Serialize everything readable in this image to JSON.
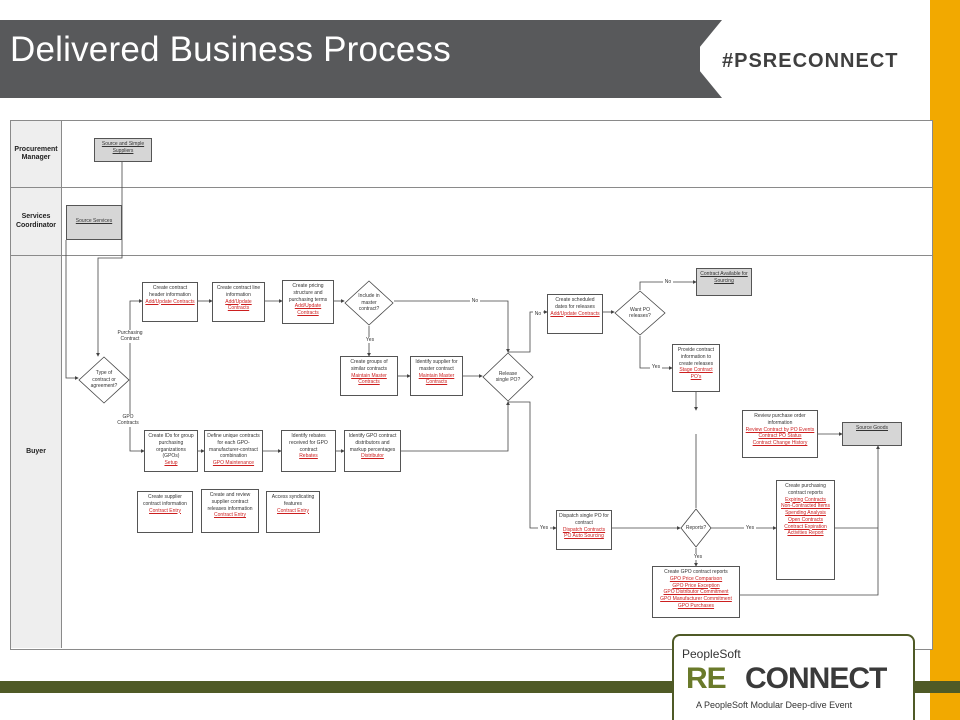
{
  "header": {
    "title": "Delivered Business Process",
    "hashtag": "#PSRECONNECT"
  },
  "colors": {
    "title_bar": "#58595b",
    "accent_stripe": "#f2a900",
    "band": "#4f5a26",
    "link_red": "#cc1f1f"
  },
  "lanes": [
    {
      "label": "Procurement Manager"
    },
    {
      "label": "Services Coordinator"
    },
    {
      "label": "Buyer"
    }
  ],
  "steps": {
    "source_simple": {
      "lines": [
        "Source and Simple Suppliers"
      ]
    },
    "source_services": {
      "lines": [
        "Source Services"
      ]
    },
    "create_header": {
      "lines": [
        "Create contract header information"
      ],
      "links": [
        "Add/Update Contracts"
      ]
    },
    "create_line": {
      "lines": [
        "Create contract line information"
      ],
      "links": [
        "Add/Update Contracts"
      ]
    },
    "create_pricing": {
      "lines": [
        "Create pricing structure and purchasing terms"
      ],
      "links": [
        "Add/Update Contracts"
      ]
    },
    "create_groups": {
      "lines": [
        "Create groups of similar contracts"
      ],
      "links": [
        "Maintain Master Contracts"
      ]
    },
    "identify_supplier": {
      "lines": [
        "Identify supplier for master contract"
      ],
      "links": [
        "Maintain Master Contracts"
      ]
    },
    "create_scheduled": {
      "lines": [
        "Create scheduled dates for releases"
      ],
      "links": [
        "Add/Update Contracts"
      ]
    },
    "contract_available": {
      "lines": [
        "Contract Available for Sourcing"
      ]
    },
    "provide_info": {
      "lines": [
        "Provide contract information to create releases"
      ],
      "links": [
        "Stage Contract PO's"
      ]
    },
    "review_po": {
      "lines": [
        "Review purchase order information"
      ],
      "links": [
        "Review Contract by PO Events",
        "Contract PO Status",
        "Contract Change History"
      ]
    },
    "source_goods": {
      "lines": [
        "Source Goods"
      ]
    },
    "create_ids": {
      "lines": [
        "Create IDs for group purchasing organizations (GPOs)"
      ],
      "links": [
        "Setup"
      ]
    },
    "define_unique": {
      "lines": [
        "Define unique contracts for each GPO-manufacturer-contract combination"
      ],
      "links": [
        "GPO Maintenance"
      ]
    },
    "identify_rebate": {
      "lines": [
        "Identify rebates received for GPO contract"
      ],
      "links": [
        "Rebates"
      ]
    },
    "identify_gpo": {
      "lines": [
        "Identify GPO contract distributors and markup percentages"
      ],
      "links": [
        "Distributor"
      ]
    },
    "dispatch_po": {
      "lines": [
        "Dispatch single PO for contract"
      ],
      "links": [
        "Dispatch Contracts",
        "PO Auto Sourcing"
      ]
    },
    "create_reports": {
      "lines": [
        "Create purchasing contract reports"
      ],
      "links": [
        "Expiring Contracts",
        "Non-Contracted Items",
        "Spending Analysis",
        "Open Contracts",
        "Contract Expiration",
        "Activities Report"
      ]
    },
    "gpo_reports": {
      "lines": [
        "Create GPO contract reports"
      ],
      "links": [
        "GPO Price Comparison",
        "GPO Price Exception",
        "GPO Distributor Commitment",
        "GPO Manufacturer Commitment",
        "GPO Purchases"
      ]
    },
    "supplier_contract": {
      "lines": [
        "Create supplier contract information"
      ],
      "links": [
        "Contract Entry"
      ]
    },
    "supplier_releases": {
      "lines": [
        "Create and review supplier contract releases information"
      ],
      "links": [
        "Contract Entry"
      ]
    },
    "access_syndicating": {
      "lines": [
        "Access syndicating features"
      ],
      "links": [
        "Contract Entry"
      ]
    }
  },
  "decisions": {
    "type_of_contract": "Type of contract or agreement?",
    "include_master": "Include in master contract?",
    "release_single": "Release single PO?",
    "want_po": "Want PO releases?",
    "reports": "Reports?"
  },
  "edge_labels": {
    "purchasing_contract": "Purchasing Contract",
    "gpo_contracts": "GPO Contracts",
    "yes_include": "Yes",
    "no_include": "No",
    "no_release": "No",
    "no_want": "No",
    "yes_want": "Yes",
    "yes_release": "Yes",
    "yes_reports_right": "Yes",
    "yes_reports_down": "Yes"
  },
  "logo": {
    "brand": "PeopleSoft",
    "word_a": "RE",
    "word_b": "CONNECT",
    "tagline": "A PeopleSoft Modular Deep-dive Event"
  }
}
